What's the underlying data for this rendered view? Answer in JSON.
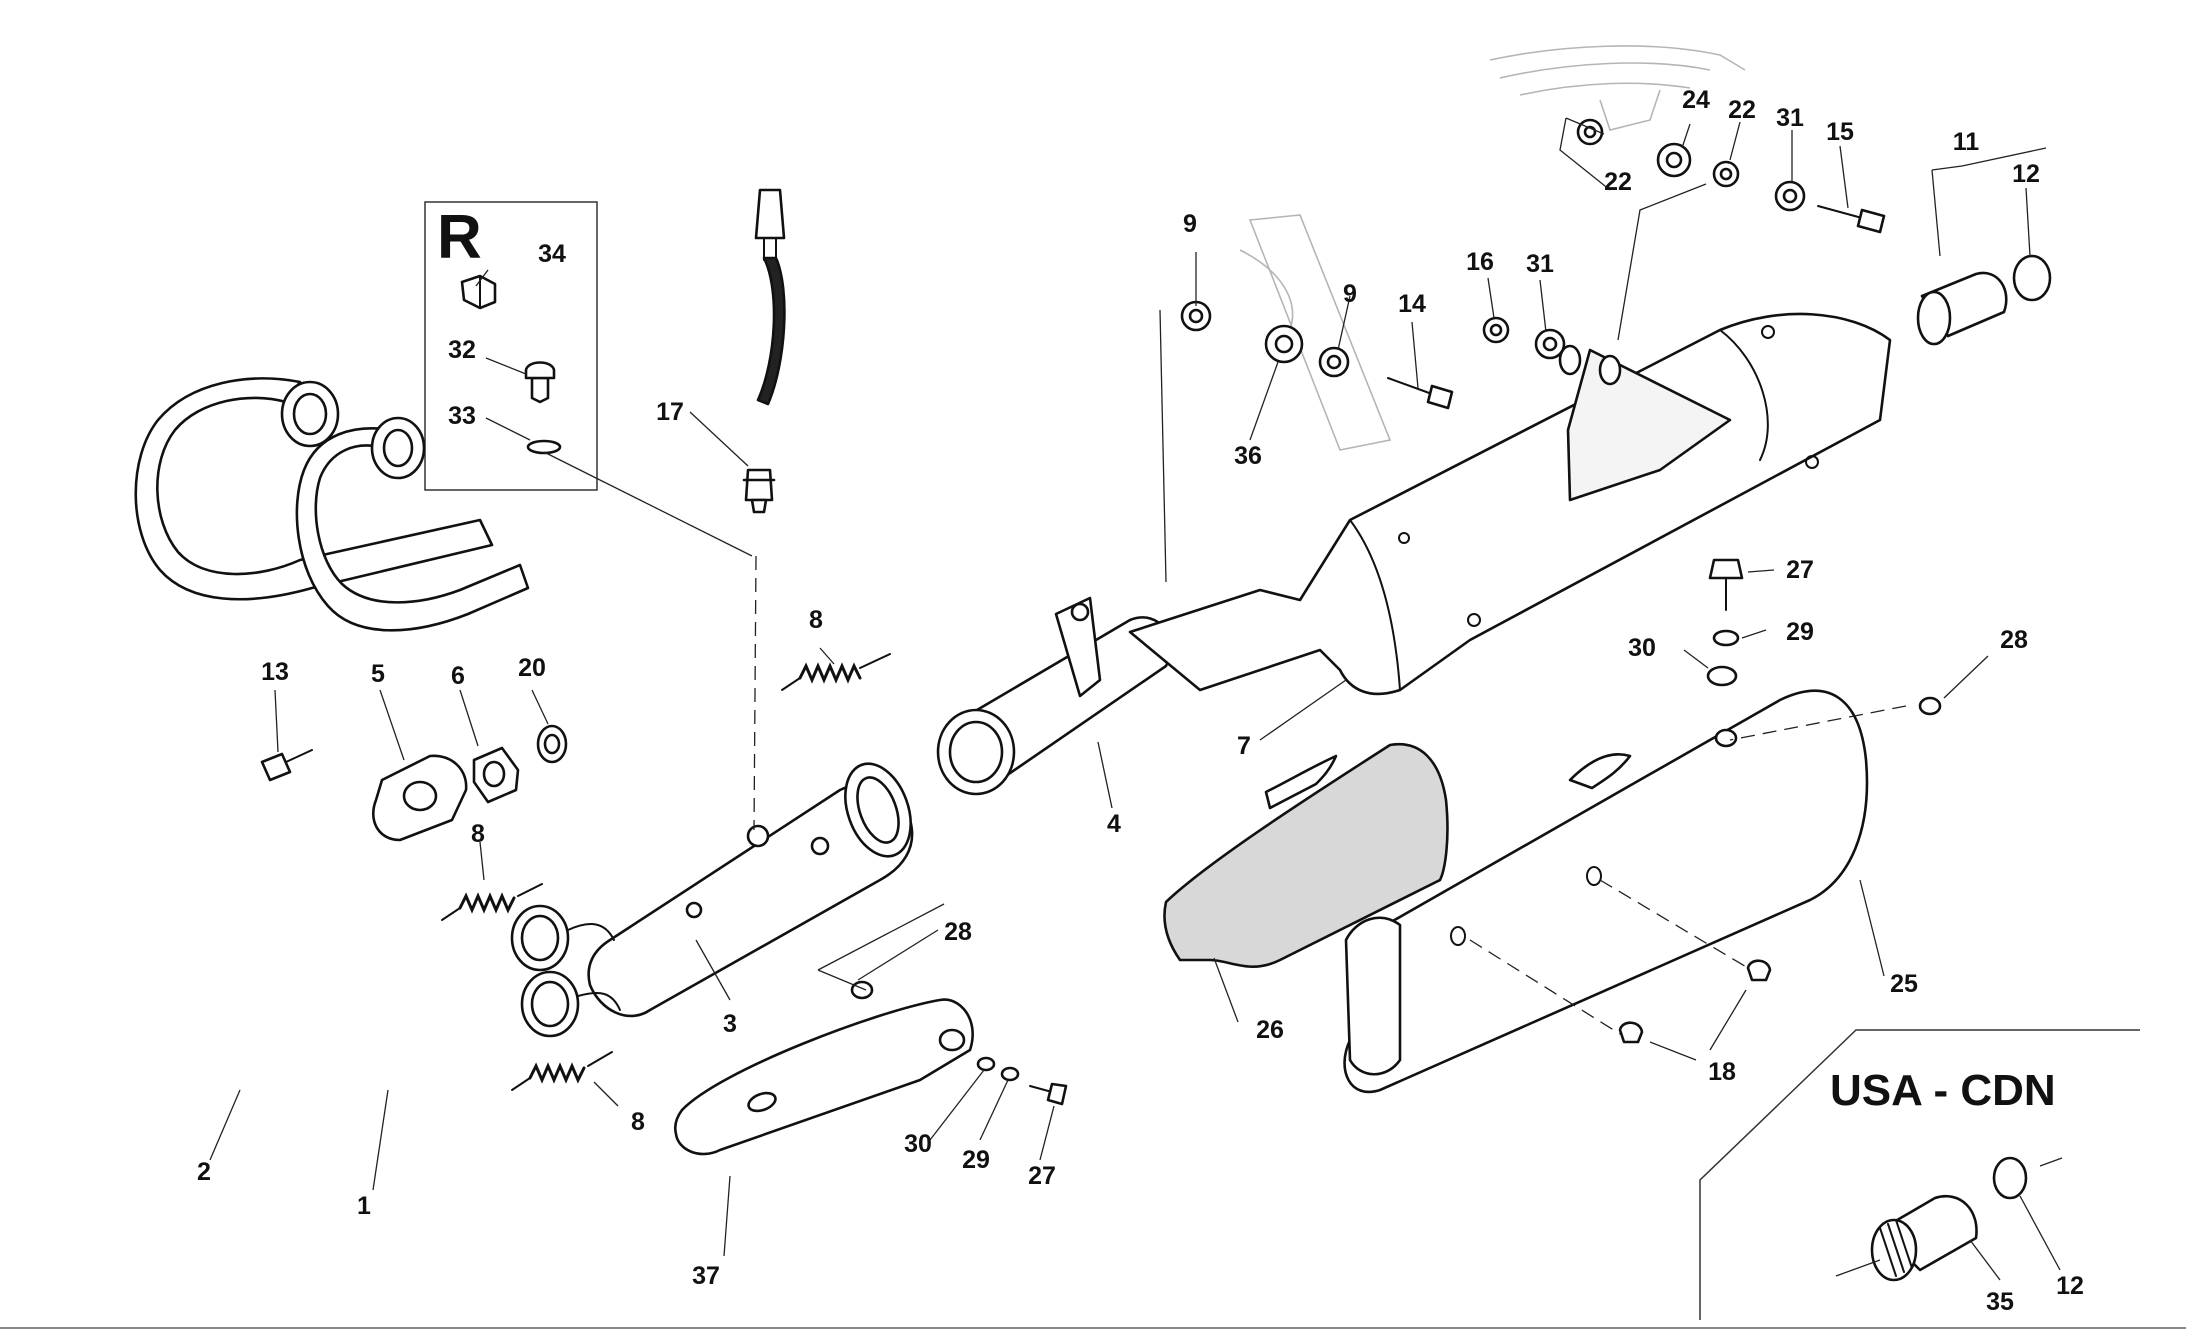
{
  "insets": {
    "r_letter": "R",
    "usa_cdn_title": "USA - CDN"
  },
  "callouts": {
    "p1": "1",
    "p2": "2",
    "p3": "3",
    "p4": "4",
    "p5": "5",
    "p6": "6",
    "p7": "7",
    "p8a": "8",
    "p8b": "8",
    "p8c": "8",
    "p9a": "9",
    "p9b": "9",
    "p11": "11",
    "p12a": "12",
    "p12b": "12",
    "p13": "13",
    "p14": "14",
    "p15": "15",
    "p16": "16",
    "p17": "17",
    "p18": "18",
    "p20": "20",
    "p22a": "22",
    "p22b": "22",
    "p24": "24",
    "p25": "25",
    "p26": "26",
    "p27a": "27",
    "p27b": "27",
    "p28a": "28",
    "p28b": "28",
    "p29a": "29",
    "p29b": "29",
    "p30a": "30",
    "p30b": "30",
    "p31a": "31",
    "p31b": "31",
    "p32": "32",
    "p33": "33",
    "p34": "34",
    "p35": "35",
    "p36": "36",
    "p37": "37"
  }
}
